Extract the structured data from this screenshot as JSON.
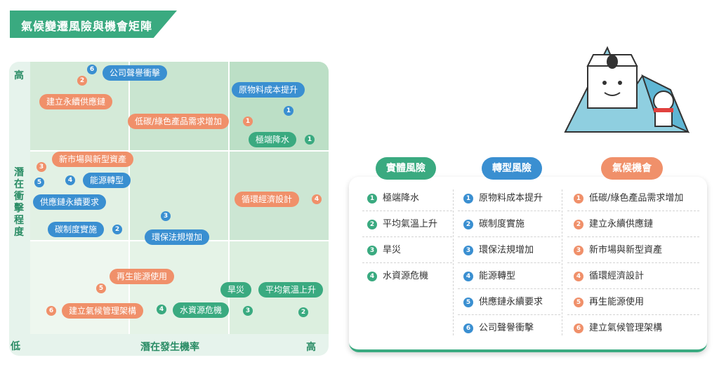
{
  "title": "氣候變遷風險與機會矩陣",
  "axes": {
    "y_high": "高",
    "y_title": "潛在衝擊程度",
    "x_low": "低",
    "x_title": "潛在發生機率",
    "x_high": "高"
  },
  "matrix_bubbles": [
    {
      "text": "公司聲譽衝擊",
      "num": "6",
      "type": "blue"
    },
    {
      "text": "建立永續供應鏈",
      "num": "2",
      "type": "orange"
    },
    {
      "text": "原物料成本提升",
      "num": "1",
      "type": "blue"
    },
    {
      "text": "低碳/綠色產品需求增加",
      "num": "1",
      "type": "orange"
    },
    {
      "text": "極端降水",
      "num": "1",
      "type": "green"
    },
    {
      "text": "新市場與新型資產",
      "num": "3",
      "type": "orange"
    },
    {
      "text": "能源轉型",
      "num": "4",
      "type": "blue"
    },
    {
      "text": "供應鏈永續要求",
      "num": "5",
      "type": "blue"
    },
    {
      "text": "碳制度實施",
      "num": "2",
      "type": "blue"
    },
    {
      "text": "環保法規增加",
      "num": "3",
      "type": "blue"
    },
    {
      "text": "循環經濟設計",
      "num": "4",
      "type": "orange"
    },
    {
      "text": "再生能源使用",
      "num": "5",
      "type": "orange"
    },
    {
      "text": "建立氣候管理架構",
      "num": "6",
      "type": "orange"
    },
    {
      "text": "水資源危機",
      "num": "4",
      "type": "green"
    },
    {
      "text": "旱災",
      "num": "3",
      "type": "green"
    },
    {
      "text": "平均氣溫上升",
      "num": "2",
      "type": "green"
    }
  ],
  "legend": {
    "physical": {
      "title": "實體風險",
      "items": [
        {
          "num": "1",
          "text": "極端降水"
        },
        {
          "num": "2",
          "text": "平均氣溫上升"
        },
        {
          "num": "3",
          "text": "旱災"
        },
        {
          "num": "4",
          "text": "水資源危機"
        }
      ]
    },
    "transition": {
      "title": "轉型風險",
      "items": [
        {
          "num": "1",
          "text": "原物料成本提升"
        },
        {
          "num": "2",
          "text": "碳制度實施"
        },
        {
          "num": "3",
          "text": "環保法規增加"
        },
        {
          "num": "4",
          "text": "能源轉型"
        },
        {
          "num": "5",
          "text": "供應鏈永續要求"
        },
        {
          "num": "6",
          "text": "公司聲譽衝擊"
        }
      ]
    },
    "opportunity": {
      "title": "氣候機會",
      "items": [
        {
          "num": "1",
          "text": "低碳/綠色產品需求增加"
        },
        {
          "num": "2",
          "text": "建立永續供應鏈"
        },
        {
          "num": "3",
          "text": "新市場與新型資產"
        },
        {
          "num": "4",
          "text": "循環經濟設計"
        },
        {
          "num": "5",
          "text": "再生能源使用"
        },
        {
          "num": "6",
          "text": "建立氣候管理架構"
        }
      ]
    }
  },
  "colors": {
    "green": "#3aaa80",
    "blue": "#3a8fd1",
    "orange": "#f0906a"
  }
}
